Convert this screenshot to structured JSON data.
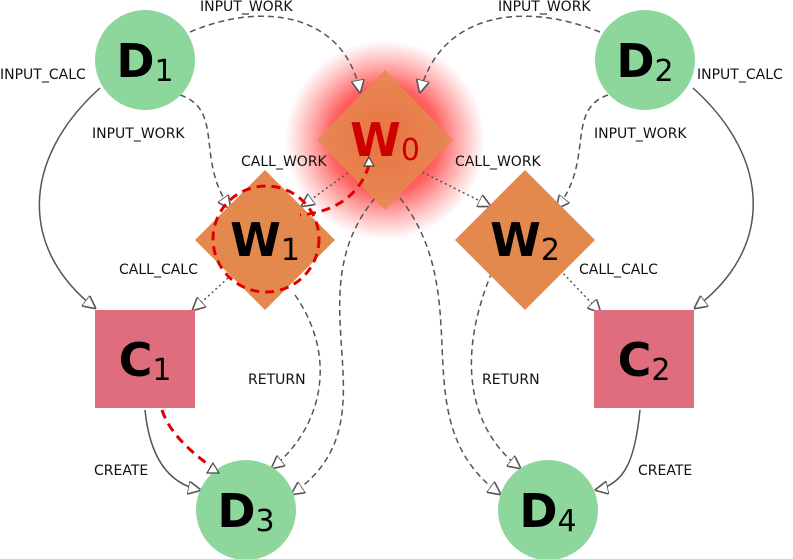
{
  "colors": {
    "data_node": "#8dd79d",
    "work_node": "#e4894e",
    "calc_node": "#df6d7d",
    "highlight": "#e00000",
    "edge": "#555555"
  },
  "nodes": {
    "d1": {
      "letter": "D",
      "sub": "1"
    },
    "d2": {
      "letter": "D",
      "sub": "2"
    },
    "d3": {
      "letter": "D",
      "sub": "3"
    },
    "d4": {
      "letter": "D",
      "sub": "4"
    },
    "w0": {
      "letter": "W",
      "sub": "0"
    },
    "w1": {
      "letter": "W",
      "sub": "1"
    },
    "w2": {
      "letter": "W",
      "sub": "2"
    },
    "c1": {
      "letter": "C",
      "sub": "1"
    },
    "c2": {
      "letter": "C",
      "sub": "2"
    }
  },
  "edge_labels": {
    "input_work_d1_w0": "INPUT_WORK",
    "input_work_d2_w0": "INPUT_WORK",
    "input_calc_d1_c1": "INPUT_CALC",
    "input_calc_d2_c2": "INPUT_CALC",
    "input_work_d1_w1": "INPUT_WORK",
    "input_work_d2_w2": "INPUT_WORK",
    "call_work_w0_w1": "CALL_WORK",
    "call_work_w0_w2": "CALL_WORK",
    "call_calc_w1_c1": "CALL_CALC",
    "call_calc_w2_c2": "CALL_CALC",
    "return_w1": "RETURN",
    "return_w2": "RETURN",
    "create_c1_d3": "CREATE",
    "create_c2_d4": "CREATE"
  }
}
